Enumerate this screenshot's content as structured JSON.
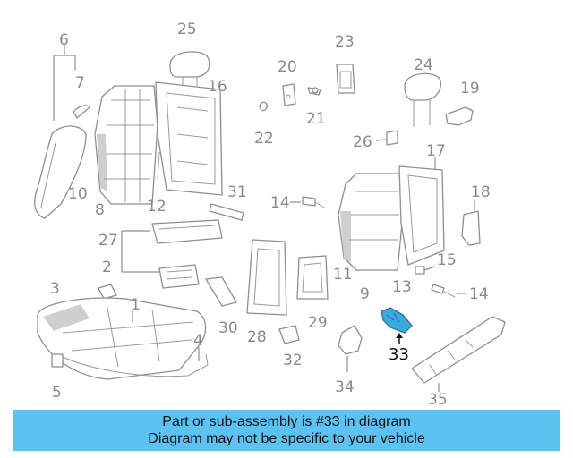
{
  "diagram": {
    "callouts": [
      "25",
      "6",
      "7",
      "16",
      "23",
      "20",
      "24",
      "19",
      "21",
      "22",
      "26",
      "17",
      "14",
      "31",
      "10",
      "8",
      "12",
      "18",
      "27",
      "2",
      "1",
      "3",
      "15",
      "11",
      "9",
      "13",
      "14",
      "33",
      "30",
      "28",
      "29",
      "32",
      "4",
      "34",
      "35",
      "5"
    ],
    "highlight_part": "33",
    "highlight_color": "#3aa9dc"
  },
  "banner": {
    "background": "#5bc2f2",
    "line1": "Part or sub-assembly is #33 in diagram",
    "line2": "Diagram may not be specific to your vehicle"
  }
}
